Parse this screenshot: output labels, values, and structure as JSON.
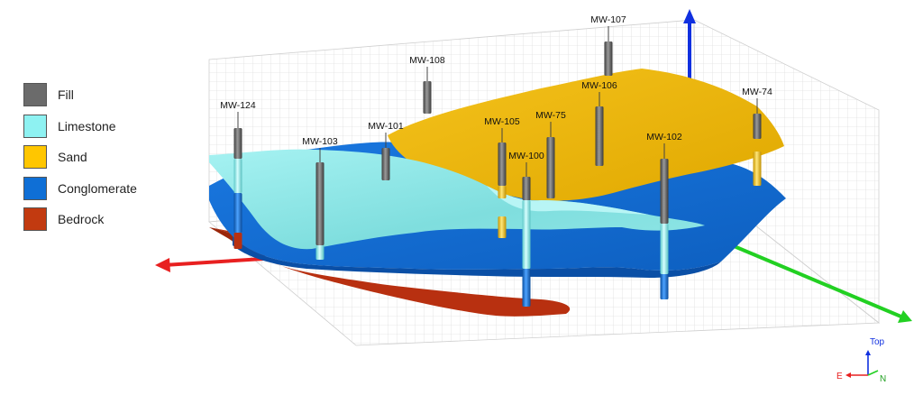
{
  "legend": {
    "items": [
      {
        "label": "Fill",
        "color": "#6b6b6b"
      },
      {
        "label": "Limestone",
        "color": "#8ef2f2"
      },
      {
        "label": "Sand",
        "color": "#ffc600"
      },
      {
        "label": "Conglomerate",
        "color": "#0f6fd6"
      },
      {
        "label": "Bedrock",
        "color": "#c23a10"
      }
    ]
  },
  "wells": [
    {
      "id": "mw-124",
      "label": "MW-124"
    },
    {
      "id": "mw-103",
      "label": "MW-103"
    },
    {
      "id": "mw-101",
      "label": "MW-101"
    },
    {
      "id": "mw-108",
      "label": "MW-108"
    },
    {
      "id": "mw-105",
      "label": "MW-105"
    },
    {
      "id": "mw-100",
      "label": "MW-100"
    },
    {
      "id": "mw-75",
      "label": "MW-75"
    },
    {
      "id": "mw-106",
      "label": "MW-106"
    },
    {
      "id": "mw-107",
      "label": "MW-107"
    },
    {
      "id": "mw-102",
      "label": "MW-102"
    },
    {
      "id": "mw-74",
      "label": "MW-74"
    }
  ],
  "axis_colors": {
    "x": "#e82020",
    "y": "#22d022",
    "z": "#1030e0"
  },
  "orientation_triad": {
    "top": "Top",
    "east": "E",
    "north": "N"
  }
}
